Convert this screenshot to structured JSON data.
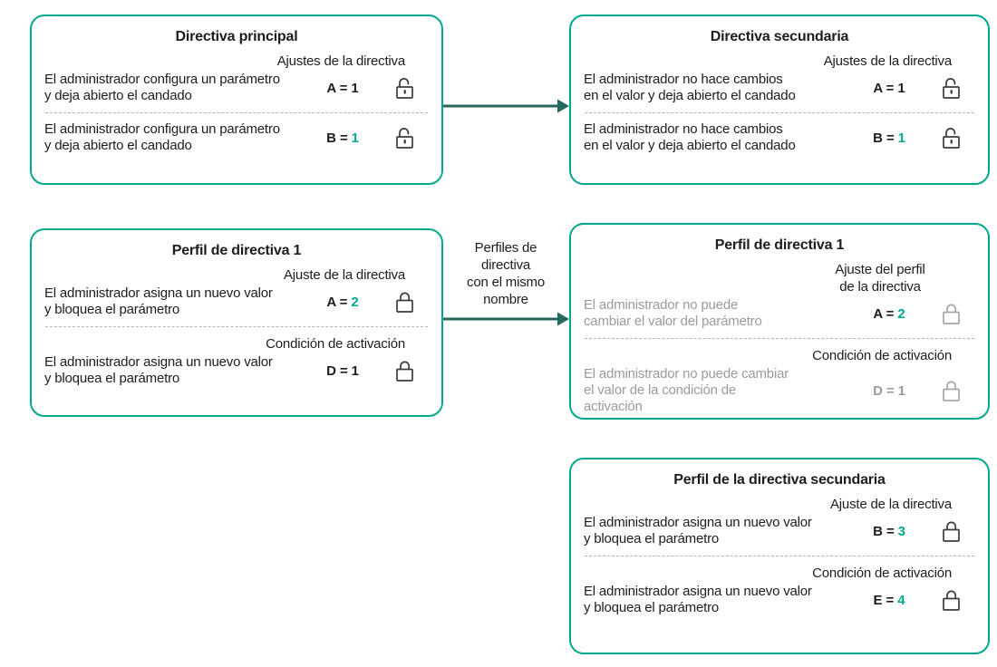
{
  "colors": {
    "box_border": "#00a88e",
    "arrow": "#26685c",
    "accent_value": "#00a88e",
    "text": "#1d1d1b",
    "muted_text": "#9b9b9b"
  },
  "arrow_label": {
    "line1": "Perfiles de",
    "line2": "directiva",
    "line3": "con el mismo",
    "line4": "nombre"
  },
  "boxes": {
    "main": {
      "title": "Directiva principal",
      "label": "Ajustes de la directiva",
      "row1": {
        "text1": "El administrador configura un parámetro",
        "text2": "y deja abierto el candado",
        "param": "A =",
        "value": "1",
        "lock": "open"
      },
      "row2": {
        "text1": "El administrador configura un parámetro",
        "text2": "y deja abierto el candado",
        "param": "B =",
        "value": "1",
        "lock": "open"
      }
    },
    "secondary": {
      "title": "Directiva secundaria",
      "label": "Ajustes de la directiva",
      "row1": {
        "text1": "El administrador no hace cambios",
        "text2": "en el valor y deja abierto el candado",
        "param": "A =",
        "value": "1",
        "lock": "open"
      },
      "row2": {
        "text1": "El administrador no hace cambios",
        "text2": "en el valor y deja abierto el candado",
        "param": "B =",
        "value": "1",
        "lock": "open"
      }
    },
    "profile1": {
      "title": "Perfil de directiva 1",
      "row1": {
        "label": "Ajuste de la directiva",
        "text1": "El administrador asigna un nuevo valor",
        "text2": "y bloquea el parámetro",
        "param": "A =",
        "value": "2",
        "lock": "closed"
      },
      "row2": {
        "label": "Condición de activación",
        "text1": "El administrador asigna un nuevo valor",
        "text2": "y bloquea el parámetro",
        "param": "D =",
        "value": "1",
        "lock": "closed"
      }
    },
    "profile1_secondary": {
      "title": "Perfil de directiva 1",
      "row1": {
        "label1": "Ajuste del perfil",
        "label2": "de la directiva",
        "text1": "El administrador no puede",
        "text2": "cambiar el valor del parámetro",
        "param": "A =",
        "value": "2",
        "lock": "closed"
      },
      "row2": {
        "label": "Condición de activación",
        "text1": "El administrador no puede cambiar",
        "text2": "el valor de la condición de",
        "text3": "activación",
        "param": "D =",
        "value": "1",
        "lock": "closed"
      }
    },
    "secondary_profile": {
      "title": "Perfil de la directiva secundaria",
      "row1": {
        "label": "Ajuste de la directiva",
        "text1": "El administrador asigna un nuevo valor",
        "text2": "y bloquea el parámetro",
        "param": "B =",
        "value": "3",
        "lock": "closed"
      },
      "row2": {
        "label": "Condición de activación",
        "text1": "El administrador asigna un nuevo valor",
        "text2": "y bloquea el parámetro",
        "param": "E =",
        "value": "4",
        "lock": "closed"
      }
    }
  }
}
